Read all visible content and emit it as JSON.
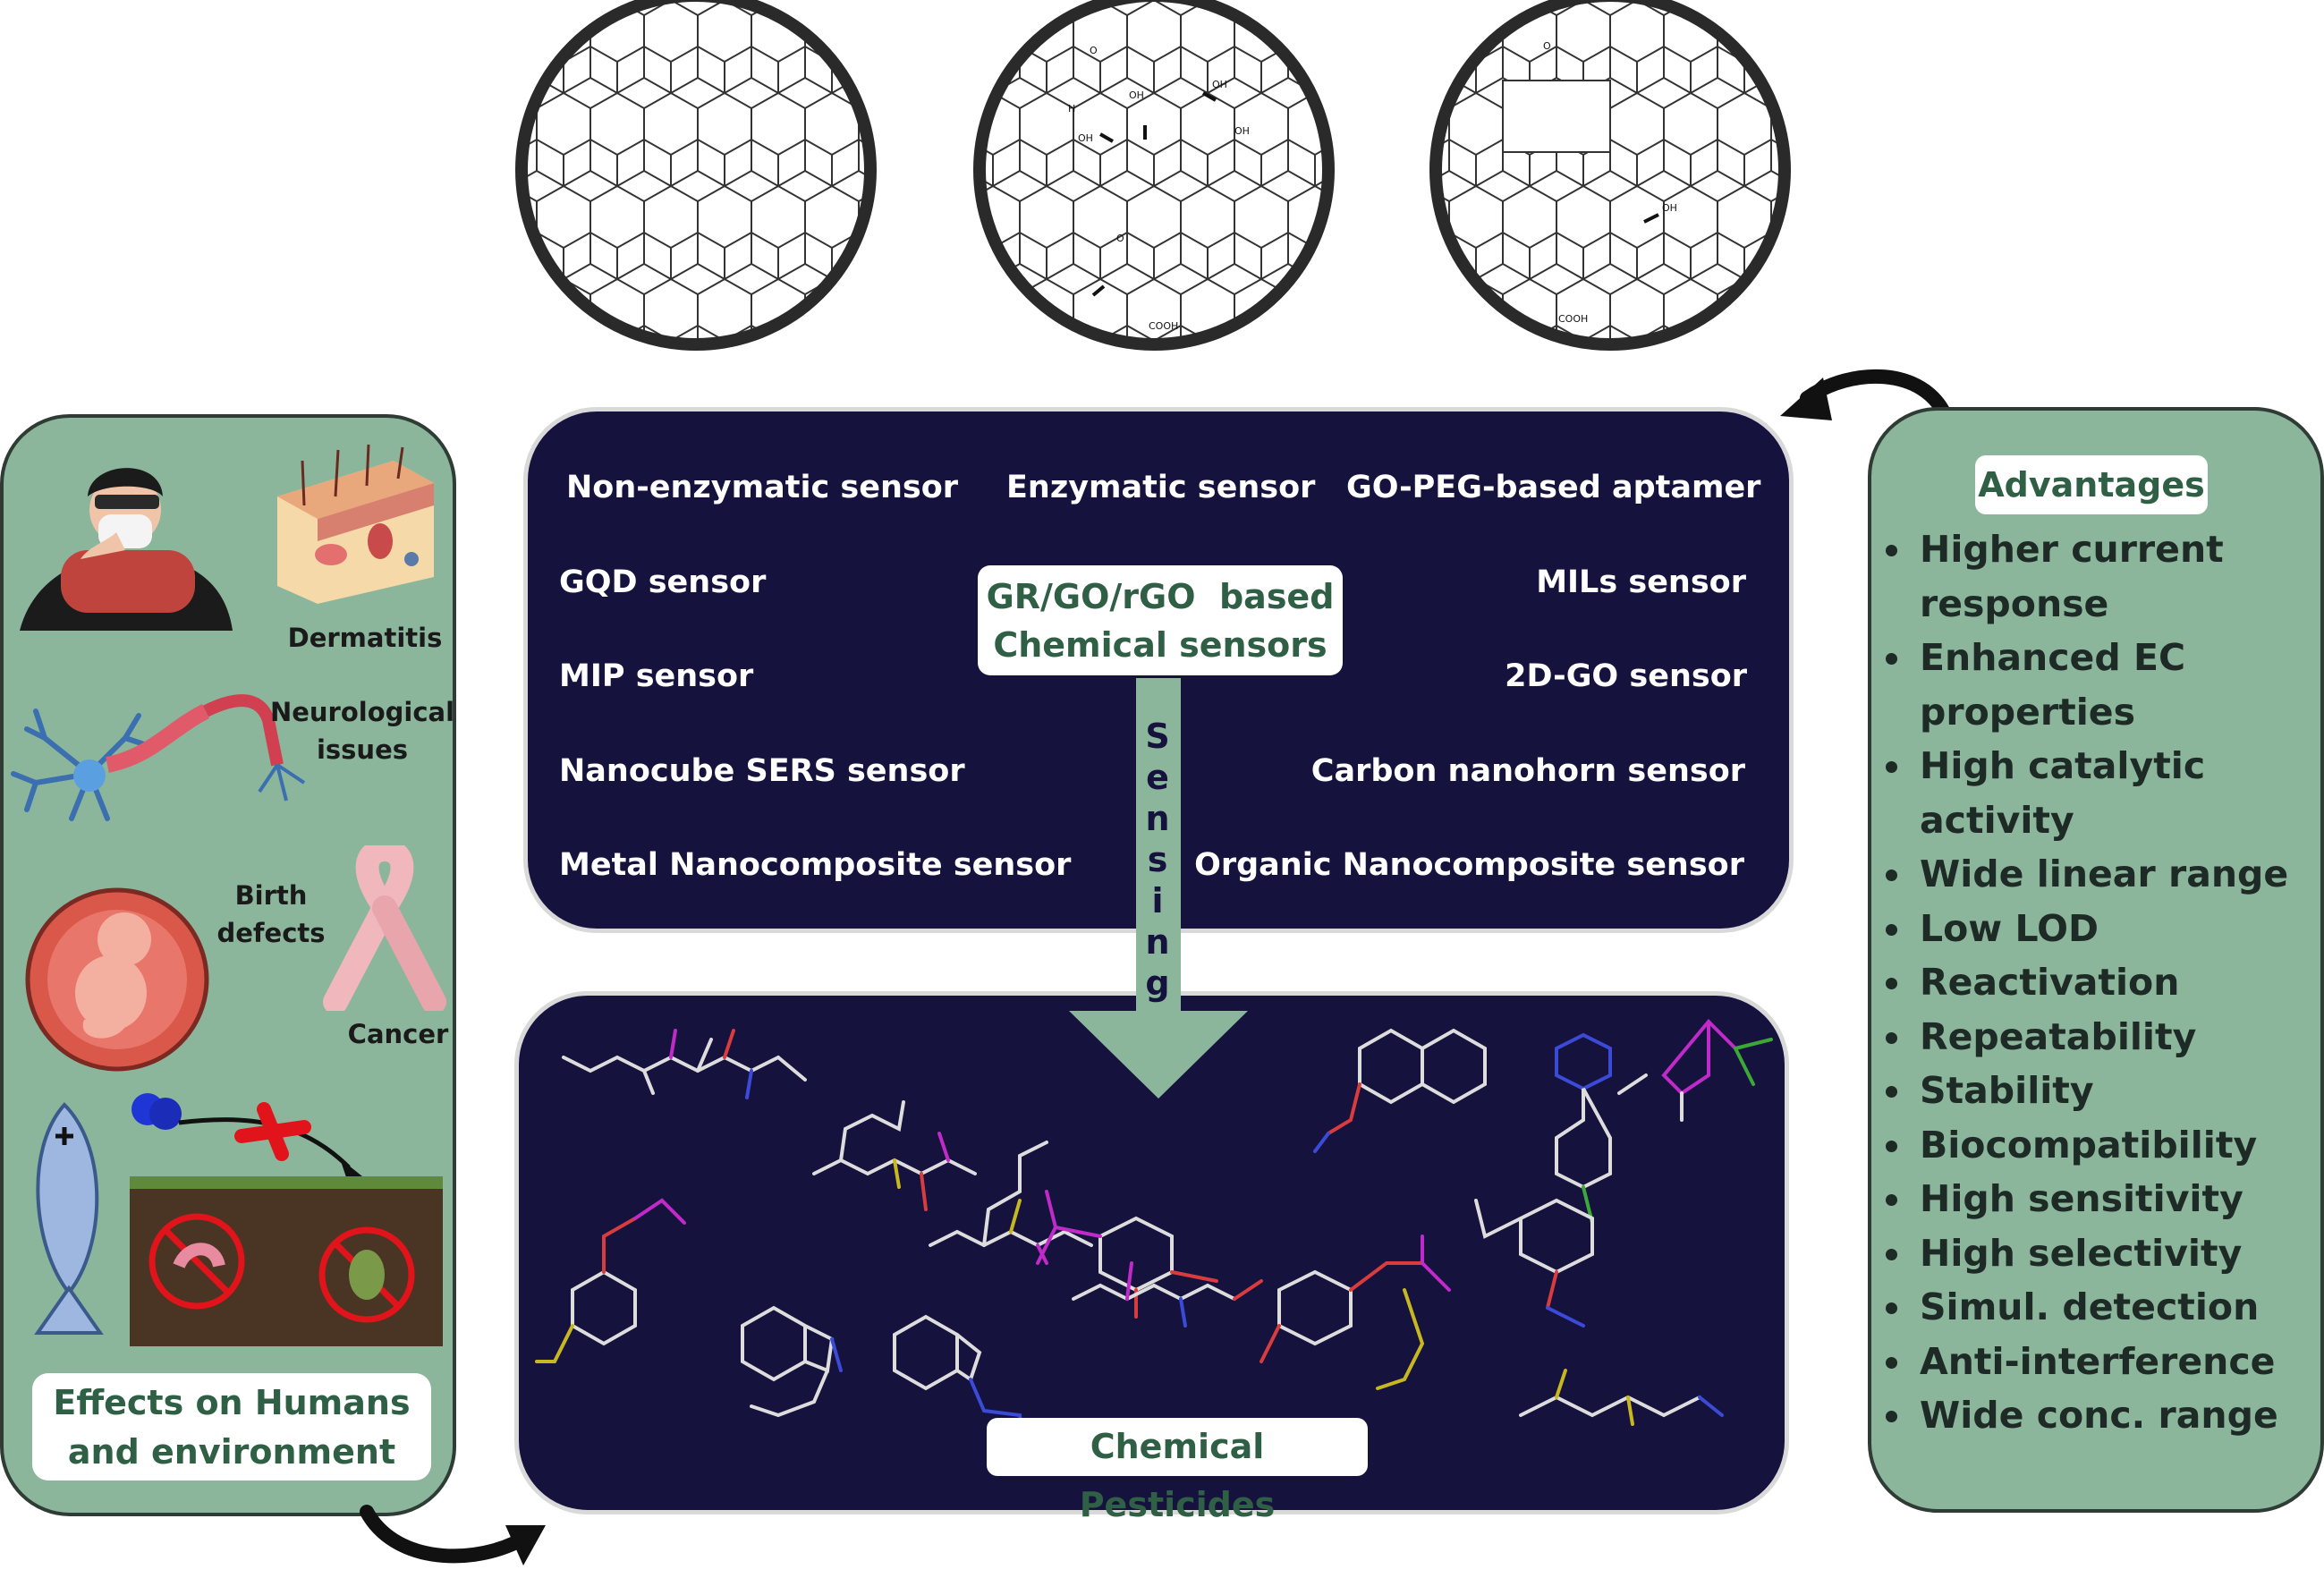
{
  "graphene_structures": [
    {
      "name": "graphene",
      "labels": []
    },
    {
      "name": "graphene-oxide",
      "labels": [
        "OH",
        "OH",
        "OH",
        "OH",
        "OH",
        "O",
        "O",
        "COOH"
      ]
    },
    {
      "name": "reduced-graphene-oxide",
      "labels": [
        "OH",
        "COOH"
      ]
    }
  ],
  "sensor_hub": {
    "title_line1": "GR/GO/rGO  based",
    "title_line2": "Chemical sensors",
    "sensors": [
      "Non-enzymatic sensor",
      "Enzymatic sensor",
      "GO-PEG-based aptamer",
      "GQD sensor",
      "MILs sensor",
      "MIP sensor",
      "2D-GO sensor",
      "Nanocube SERS sensor",
      "Carbon nanohorn sensor",
      "Metal Nanocomposite sensor",
      "Organic Nanocomposite sensor"
    ]
  },
  "sensing_arrow": {
    "letters": [
      "S",
      "e",
      "n",
      "s",
      "i",
      "n",
      "g"
    ]
  },
  "pesticides": {
    "title": "Chemical Pesticides"
  },
  "effects": {
    "labels": {
      "dermatitis": "Dermatitis",
      "neuro_line1": "Neurological",
      "neuro_line2": "issues",
      "birth_line1": "Birth",
      "birth_line2": "defects",
      "cancer": "Cancer"
    },
    "title_line1": "Effects on Humans",
    "title_line2": "and environment"
  },
  "advantages": {
    "title": "Advantages",
    "items": [
      "Higher current",
      "response",
      "Enhanced EC",
      "properties",
      "High catalytic",
      "activity",
      "Wide linear range",
      "Low LOD",
      "Reactivation",
      "Repeatability",
      "Stability",
      "Biocompatibility",
      "High sensitivity",
      "High selectivity",
      "Simul. detection",
      "Anti-interference",
      "Wide conc. range"
    ],
    "bullet_flags": [
      true,
      false,
      true,
      false,
      true,
      false,
      true,
      true,
      true,
      true,
      true,
      true,
      true,
      true,
      true,
      true,
      true
    ]
  },
  "colors": {
    "panel_green": "#8bb69b",
    "navy": "#15123d",
    "label_green": "#2f5f45",
    "arrow_green": "#8bb69b"
  }
}
